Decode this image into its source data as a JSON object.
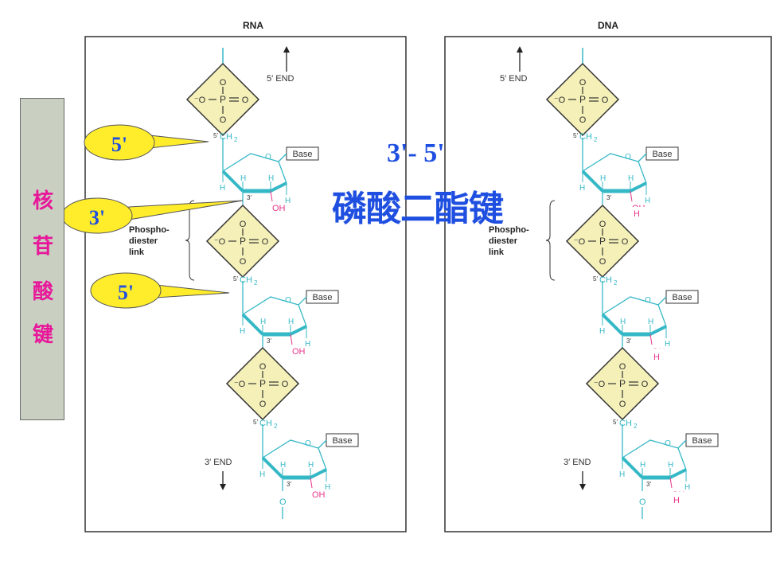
{
  "colors": {
    "sugar": "#35b8c6",
    "hydroxyl": "#e8368c",
    "diamond_fill": "#f4f0b8",
    "callout_fill": "#ffec2a",
    "label_blue": "#1f4fe0",
    "side_text": "#e8179a"
  },
  "panels": {
    "rna_title": "RNA",
    "dna_title": "DNA"
  },
  "labels": {
    "end5": "5′ END",
    "end3": "3′ END",
    "phospho_line1": "Phospho-",
    "phospho_line2": "diester",
    "phospho_line3": "link",
    "base": "Base",
    "ch2_prefix": "5′",
    "ch2": "CH",
    "ch2_sub": "2",
    "h": "H",
    "oh": "OH",
    "o": "O",
    "o_minus": "⁻O",
    "p": "P",
    "prime3": "3′"
  },
  "side_label": [
    "核",
    "苷",
    "酸",
    "键"
  ],
  "callouts": [
    "5'",
    "3'",
    "5'"
  ],
  "center_label": {
    "line1": "3'- 5'",
    "line2": "磷酸二酯键"
  }
}
